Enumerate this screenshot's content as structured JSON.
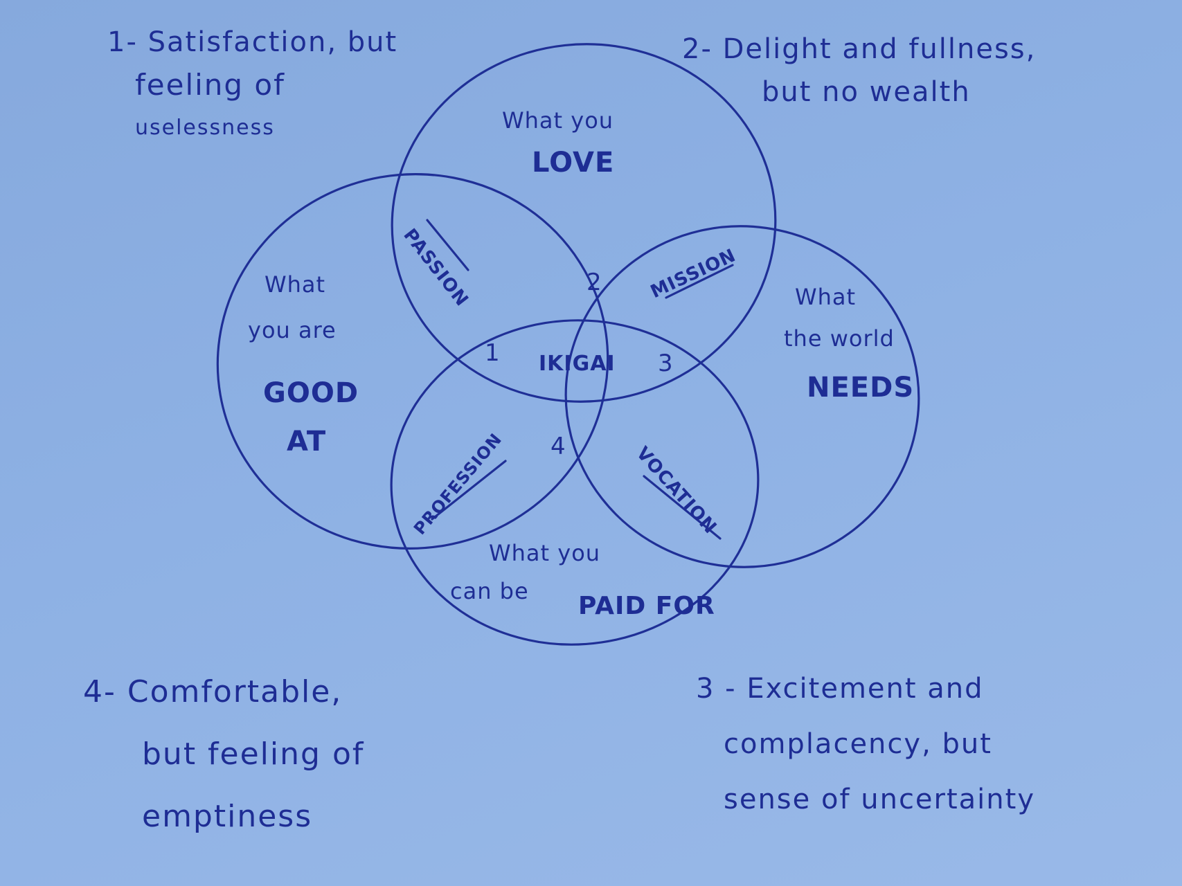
{
  "notes": {
    "n1": [
      "1- Satisfaction, but",
      "feeling of",
      "uselessness"
    ],
    "n2": [
      "2- Delight and fullness,",
      "but no wealth"
    ],
    "n3": [
      "3 - Excitement and",
      "complacency, but",
      "sense of uncertainty"
    ],
    "n4": [
      "4- Comfortable,",
      "but feeling of",
      "emptiness"
    ]
  },
  "circles": {
    "love": {
      "small": "What you",
      "big": "LOVE"
    },
    "good_at": {
      "small1": "What",
      "small2": "you are",
      "big1": "GOOD",
      "big2": "AT"
    },
    "needs": {
      "small1": "What",
      "small2": "the world",
      "big": "NEEDS"
    },
    "paid": {
      "small1": "What you",
      "small2": "can be",
      "big": "PAID FOR"
    }
  },
  "regions": {
    "passion": "PASSION",
    "mission": "MISSION",
    "profession": "PROFESSION",
    "vocation": "VOCATION",
    "center": "IKIGAI"
  },
  "numbers": {
    "one": "1",
    "two": "2",
    "three": "3",
    "four": "4"
  },
  "colors": {
    "paper": "#8eb1e4",
    "ink": "#1f2f96"
  }
}
